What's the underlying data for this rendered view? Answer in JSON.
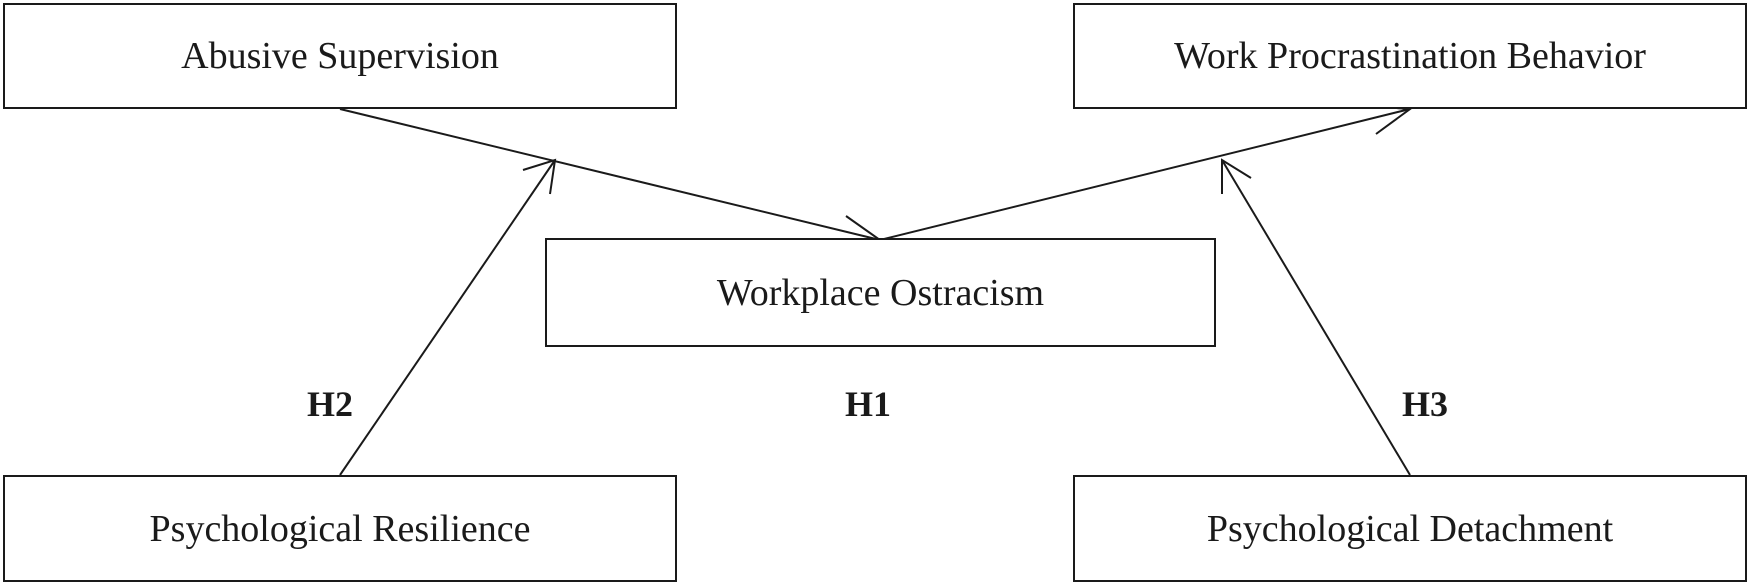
{
  "boxes": {
    "abusive_supervision": "Abusive Supervision",
    "work_procrastination": "Work Procrastination Behavior",
    "workplace_ostracism": "Workplace Ostracism",
    "psychological_resilience": "Psychological Resilience",
    "psychological_detachment": "Psychological Detachment"
  },
  "hypotheses": {
    "h1": "H1",
    "h2": "H2",
    "h3": "H3"
  },
  "colors": {
    "stroke": "#1a1a1a",
    "background": "#ffffff"
  }
}
